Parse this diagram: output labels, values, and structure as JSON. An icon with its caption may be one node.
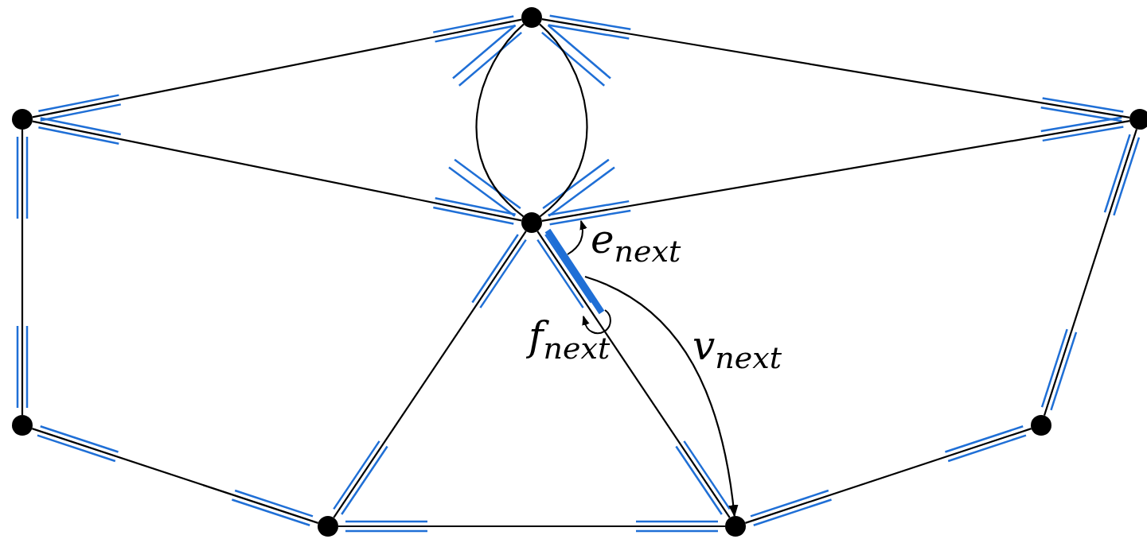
{
  "diagram": {
    "nodes": [
      {
        "text": [],
        "shape": "circle"
      },
      {
        "text": [],
        "shape": "circle"
      },
      {
        "text": [],
        "shape": "circle"
      },
      {
        "text": [],
        "shape": "circle"
      },
      {
        "text": [],
        "shape": "circle"
      },
      {
        "text": [],
        "shape": "circle"
      },
      {
        "text": [],
        "shape": "circle"
      },
      {
        "text": [],
        "shape": "circle"
      }
    ],
    "edges": [
      {
        "from": 1,
        "to": 0,
        "arrow": "none"
      },
      {
        "from": 0,
        "to": 2,
        "arrow": "none"
      },
      {
        "from": 0,
        "to": 3,
        "arrow": "none"
      },
      {
        "from": 0,
        "to": 3,
        "arrow": "none"
      },
      {
        "from": 1,
        "to": 3,
        "arrow": "none"
      },
      {
        "from": 3,
        "to": 2,
        "arrow": "none"
      },
      {
        "from": 1,
        "to": 4,
        "arrow": "none"
      },
      {
        "from": 2,
        "to": 5,
        "arrow": "none"
      },
      {
        "from": 4,
        "to": 6,
        "arrow": "none"
      },
      {
        "from": 6,
        "to": 7,
        "arrow": "none"
      },
      {
        "from": 7,
        "to": 5,
        "arrow": "none"
      },
      {
        "from": 3,
        "to": 6,
        "arrow": "none"
      },
      {
        "from": 3,
        "to": 7,
        "arrow": "none"
      },
      {
        "from": null,
        "to": 7,
        "arrow": "to",
        "label": "v$_{next}$"
      }
    ],
    "labels": [
      "e$_{next}$",
      "f$_{next}$"
    ]
  }
}
